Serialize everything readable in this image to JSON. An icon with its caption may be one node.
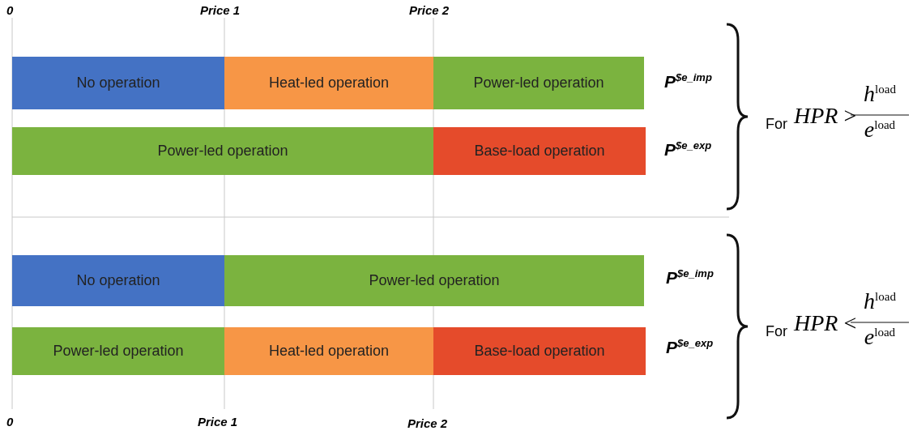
{
  "diagram": {
    "nodes": [
      {
        "text": [
          "No operation"
        ]
      },
      {
        "text": [
          "Heat-led operation"
        ]
      },
      {
        "text": [
          "Power-led operation"
        ]
      },
      {
        "text": [
          "Power-led operation"
        ]
      },
      {
        "text": [
          "Base-load operation"
        ]
      },
      {
        "text": [
          "No operation"
        ]
      },
      {
        "text": [
          "Power-led operation"
        ]
      },
      {
        "text": [
          "Power-led operation"
        ]
      },
      {
        "text": [
          "Heat-led operation"
        ]
      },
      {
        "text": [
          "Base-load operation"
        ]
      }
    ],
    "edges": [],
    "labels": [
      "0",
      "Price 1",
      "Price 2",
      "P$^{$e_imp}$",
      "For",
      "*HPR* >",
      "*h*$^{load}$",
      "*e*$^{load}$",
      "P$^{$e_exp}$",
      "P$^{$e_imp}$",
      "For",
      "*HPR* <",
      "*h*$^{load}$",
      "*e*$^{load}$",
      "P$^{$e_exp}$",
      "0",
      "Price 1",
      "Price 2"
    ]
  }
}
